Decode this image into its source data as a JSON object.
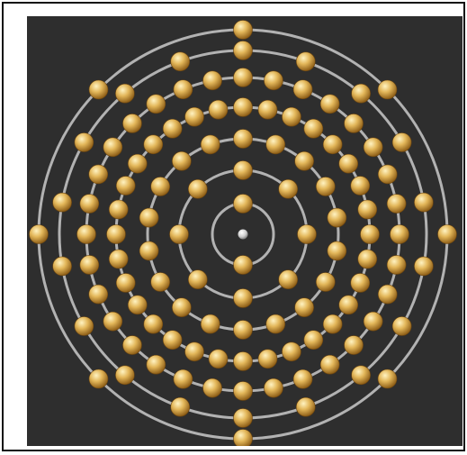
{
  "diagram": {
    "description_type": "electron-shell-diagram",
    "colors": {
      "background": "#2e2e2e",
      "orbit": "#c9c9c9",
      "electron": "#e3b75a",
      "nucleus": "#d8d8d8",
      "frame": "#111111"
    },
    "shells": [
      {
        "index": 1,
        "electrons": 2
      },
      {
        "index": 2,
        "electrons": 8
      },
      {
        "index": 3,
        "electrons": 18
      },
      {
        "index": 4,
        "electrons": 32
      },
      {
        "index": 5,
        "electrons": 32
      },
      {
        "index": 6,
        "electrons": 18
      },
      {
        "index": 7,
        "electrons": 8
      }
    ]
  }
}
